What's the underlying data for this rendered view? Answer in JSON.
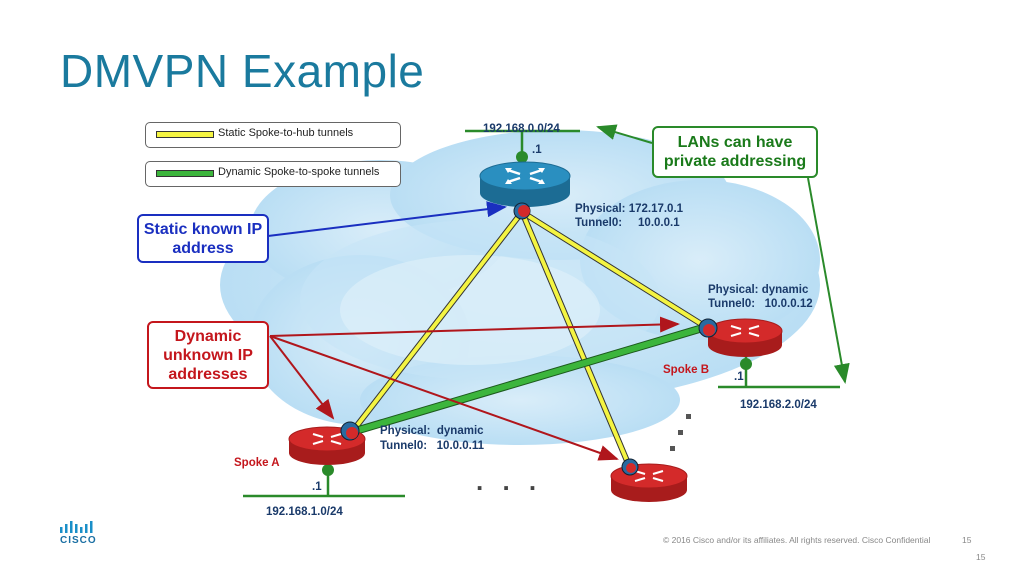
{
  "title": "DMVPN Example",
  "legend": {
    "static": "Static Spoke-to-hub tunnels",
    "dynamic": "Dynamic Spoke-to-spoke tunnels"
  },
  "callouts": {
    "static_known": "Static known IP address",
    "dynamic_unknown": "Dynamic unknown IP addresses",
    "lans": "LANs can have private addressing"
  },
  "hub": {
    "network": "192.168.0.0/24",
    "host": ".1",
    "physical": "Physical: 172.17.0.1",
    "tunnel": "Tunnel0:     10.0.0.1"
  },
  "spoke_b": {
    "name": "Spoke B",
    "physical": "Physical: dynamic",
    "tunnel": "Tunnel0:   10.0.0.12",
    "host": ".1",
    "network": "192.168.2.0/24"
  },
  "spoke_a": {
    "name": "Spoke A",
    "physical": "Physical:  dynamic",
    "tunnel": "Tunnel0:   10.0.0.11",
    "host": ".1",
    "network": "192.168.1.0/24"
  },
  "ellipsis": ". . .",
  "footer": {
    "copyright": "© 2016  Cisco and/or its affiliates. All rights reserved.   Cisco Confidential",
    "page": "15",
    "page2": "15"
  },
  "logo": "CISCO",
  "colors": {
    "title": "#1a7a9e",
    "static_tunnel": "#f4f442",
    "dynamic_tunnel": "#3cb53c",
    "hub_router": "#2a8fc0",
    "spoke_router": "#d42a2a",
    "blue_callout": "#1a2fc0",
    "red_callout": "#c4161c",
    "green_callout": "#2a8a2a"
  }
}
